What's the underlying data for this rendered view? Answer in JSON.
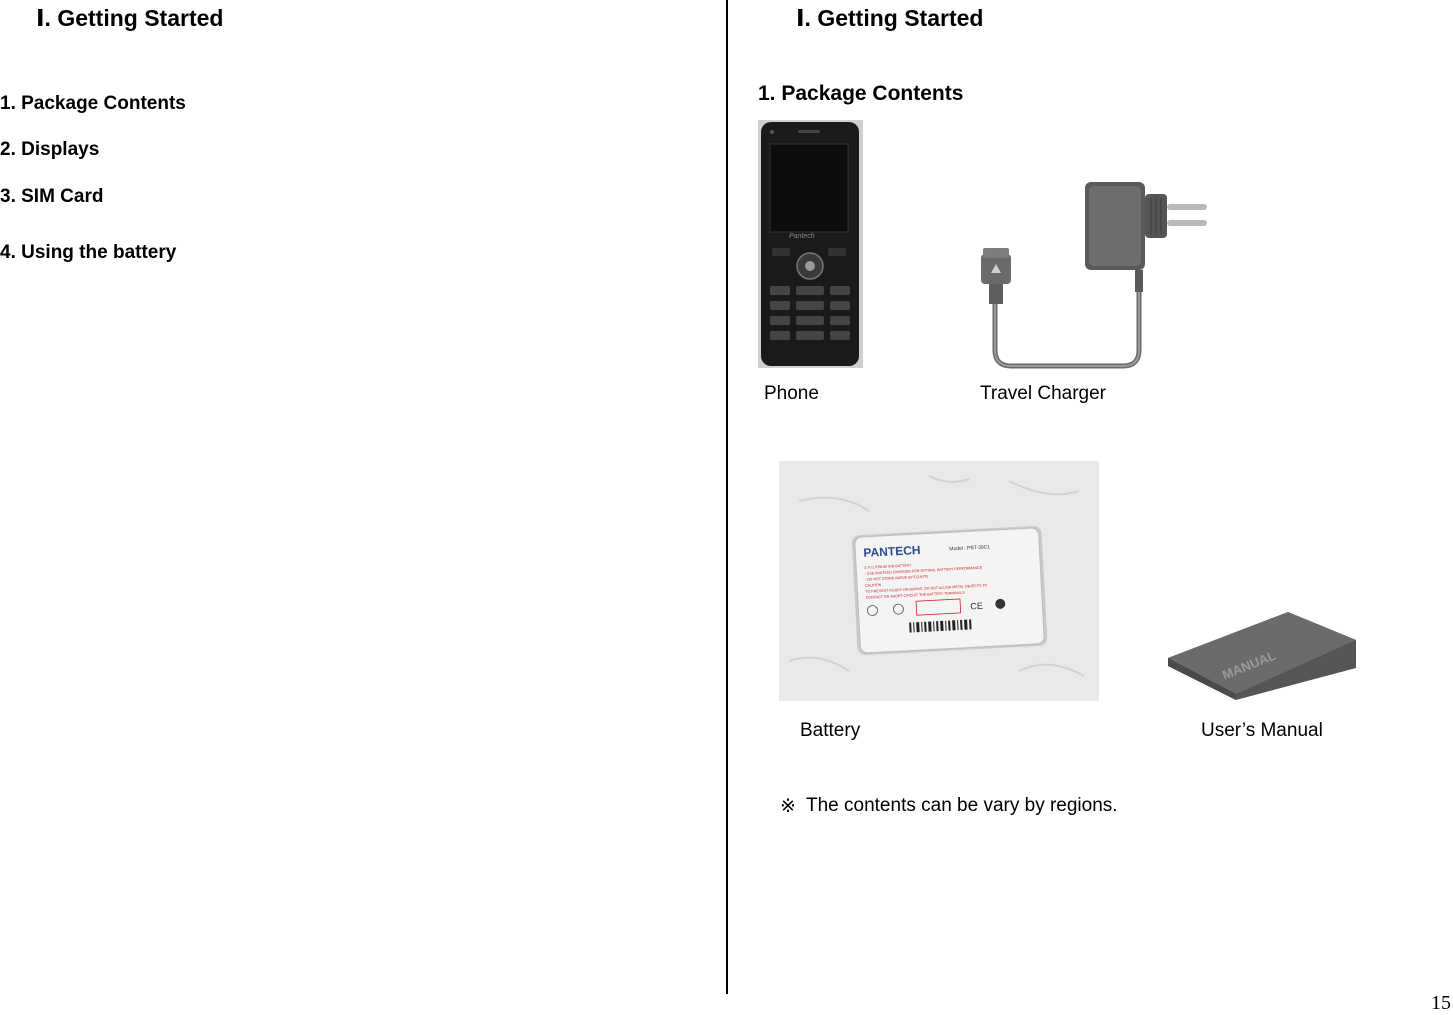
{
  "left_page": {
    "chapter_heading": "Ⅰ. Getting Started",
    "toc": [
      "1. Package Contents",
      "2. Displays",
      "3. SIM Card",
      "4. Using the battery"
    ]
  },
  "right_page": {
    "chapter_heading": "Ⅰ. Getting Started",
    "section_title": "1. Package Contents",
    "items": {
      "phone": {
        "caption": "Phone",
        "brand_text": "Pantech"
      },
      "charger": {
        "caption": "Travel Charger"
      },
      "battery": {
        "caption": "Battery",
        "brand_text": "PANTECH",
        "model_text": "Model : PBT-39C1",
        "label_lines": [
          "3.7V LITHIUM ION BATTERY",
          "- USE PANTECH CHARGER FOR OPTIMAL BATTERY PERFORMANCE",
          "- DO NOT STORE ABOVE 60℃(140℉)",
          "CAUTION",
          "TO PREVENT INJURY OR BURNS, DO NOT ALLOW METAL OBJECTS TO",
          "CONTACT OR SHORT CIRCUIT THE BATTERY TERMINALS"
        ],
        "mark_text": "CE"
      },
      "manual": {
        "caption": "User’s Manual",
        "cover_text": "MANUAL"
      }
    },
    "note": {
      "symbol": "※",
      "text": "The contents can be vary by regions."
    }
  },
  "page_number": "15",
  "colors": {
    "divider": "#000000",
    "charger_body": "#5a5a5a",
    "manual_cover": "#6b6b6b",
    "phone_body": "#1a1a1a"
  }
}
